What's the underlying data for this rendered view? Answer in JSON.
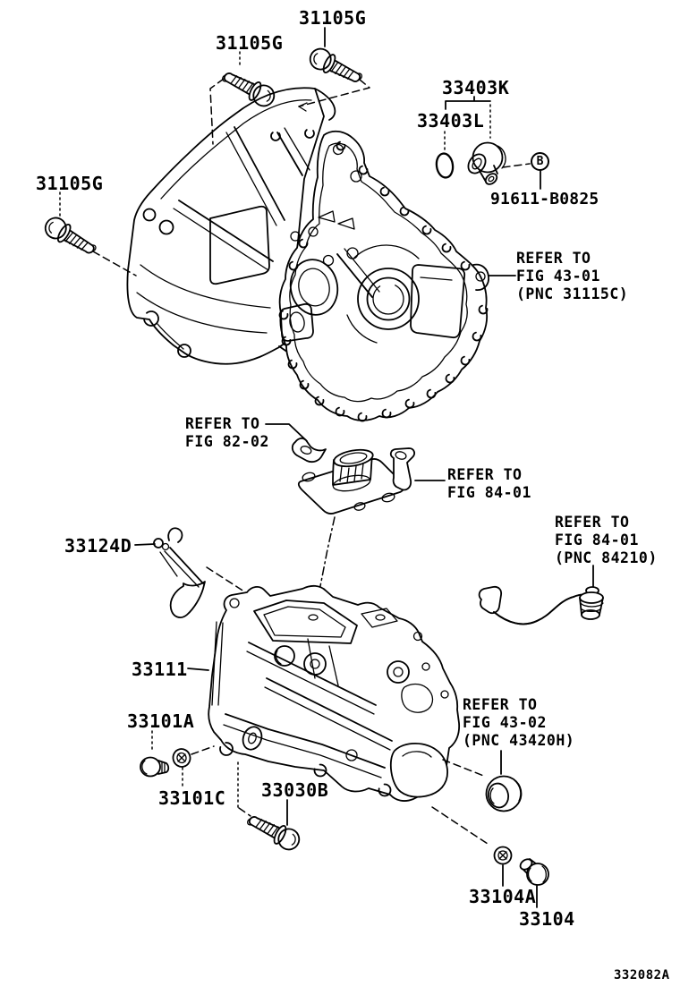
{
  "diagram": {
    "title_hint": "transaxle case parts diagram",
    "footer_code": "332082A",
    "callout_letter": "B",
    "part_labels": [
      {
        "id": "bolt-top",
        "text": "31105G"
      },
      {
        "id": "bolt-mid",
        "text": "31105G"
      },
      {
        "id": "bolt-left",
        "text": "31105G"
      },
      {
        "id": "speedo-sleeve",
        "text": "33403K"
      },
      {
        "id": "o-ring",
        "text": "33403L"
      },
      {
        "id": "bolt-callout-b",
        "text": "91611-B0825"
      },
      {
        "id": "oil-receiver",
        "text": "33124D"
      },
      {
        "id": "transaxle-case",
        "text": "33111"
      },
      {
        "id": "plug",
        "text": "33101A"
      },
      {
        "id": "gasket",
        "text": "33101C"
      },
      {
        "id": "case-bolt",
        "text": "33030B"
      },
      {
        "id": "drain-gasket",
        "text": "33104A"
      },
      {
        "id": "drain-plug",
        "text": "33104"
      }
    ],
    "references": [
      {
        "id": "fig-43-01",
        "lines": [
          "REFER TO",
          "FIG 43-01",
          "(PNC 31115C)"
        ]
      },
      {
        "id": "fig-82-02",
        "lines": [
          "REFER TO",
          "FIG 82-02"
        ]
      },
      {
        "id": "fig-84-01",
        "lines": [
          "REFER TO",
          "FIG 84-01"
        ]
      },
      {
        "id": "fig-84-01-pnc",
        "lines": [
          "REFER TO",
          "FIG 84-01",
          "(PNC 84210)"
        ]
      },
      {
        "id": "fig-43-02",
        "lines": [
          "REFER TO",
          "FIG 43-02",
          "(PNC 43420H)"
        ]
      }
    ]
  }
}
